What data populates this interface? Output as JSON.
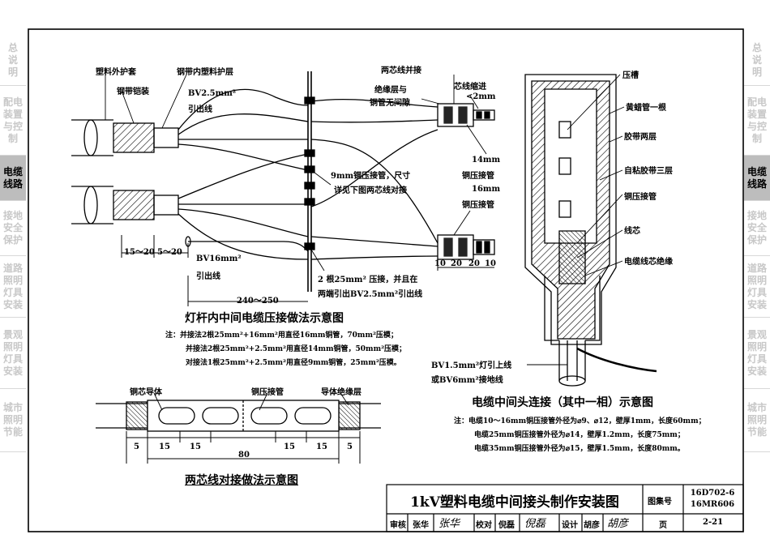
{
  "sidebar_left": [
    {
      "label": "总说明",
      "active": false
    },
    {
      "label": "配电装置与控制",
      "active": false
    },
    {
      "label": "电缆线路",
      "active": true
    },
    {
      "label": "接地安全保护",
      "active": false
    },
    {
      "label": "道路照明灯具安装",
      "active": false
    },
    {
      "label": "景观照明灯具安装",
      "active": false
    },
    {
      "label": "城市照明节能",
      "active": false
    }
  ],
  "sidebar_right": [
    {
      "label": "总说明",
      "active": false
    },
    {
      "label": "配电装置与控制",
      "active": false
    },
    {
      "label": "电缆线路",
      "active": true
    },
    {
      "label": "接地安全保护",
      "active": false
    },
    {
      "label": "道路照明灯具安装",
      "active": false
    },
    {
      "label": "景观照明灯具安装",
      "active": false
    },
    {
      "label": "城市照明节能",
      "active": false
    }
  ],
  "diagram1": {
    "title": "灯杆内中间电缆压接做法示意图",
    "labels": {
      "outer_sheath": "塑料外护套",
      "inner_sheath": "钢带内塑料护层",
      "armor": "钢带铠装",
      "bv25": "BV2.5mm² 引出线",
      "bv25_l1": "BV2.5mm²",
      "bv25_l2": "引出线",
      "bv16_l1": "BV16mm²",
      "bv16_l2": "引出线",
      "parallel": "两芯线并接",
      "no_gap_l1": "绝缘层与",
      "no_gap_l2": "铜管无间隙",
      "retract_l1": "芯线缩进",
      "retract_l2": "<2mm",
      "tube14_l1": "14mm",
      "tube14_l2": "铜压接管",
      "tube16_l1": "16mm",
      "tube16_l2": "铜压接管",
      "tube9_l1": "9mm铜压接管，尺寸",
      "tube9_l2": "详见下图两芯线对接",
      "crimp_l1": "2 根25mm² 压接，并且在",
      "crimp_l2": "两端引出BV2.5mm²引出线"
    },
    "dims": {
      "d1": "15～20",
      "d2": "5～20",
      "d3": "240～250",
      "d4": "10",
      "d5": "20",
      "d6": "20",
      "d7": "10"
    },
    "notes": [
      "注：并接法2根25mm²+16mm²用直径16mm铜管，70mm²压模；",
      "并接法2根25mm²+2.5mm²用直径14mm铜管，50mm²压模；",
      "对接法1根25mm²+2.5mm²用直径9mm铜管，25mm²压模。"
    ]
  },
  "diagram2": {
    "title": "两芯线对接做法示意图",
    "labels": {
      "copper_core": "铜芯导体",
      "crimp_tube": "铜压接管",
      "insulation": "导体绝缘层"
    },
    "dims": [
      "5",
      "15",
      "15",
      "15",
      "15",
      "5"
    ],
    "total": "80"
  },
  "diagram3": {
    "title": "电缆中间头连接（其中一相）示意图",
    "labels": {
      "groove": "压槽",
      "yellow_wax": "黄蜡管一根",
      "tape2": "胶带两层",
      "tape3": "自粘胶带三层",
      "crimp_tube": "铜压接管",
      "core": "线芯",
      "core_ins": "电缆线芯绝缘",
      "lead_l1": "BV1.5mm²灯引上线",
      "lead_l2": "或BV6mm²接地线"
    },
    "notes": [
      "注：电缆10～16mm铜压接管外径为⌀9、⌀12，壁厚1mm，长度60mm；",
      "电缆25mm铜压接管外径为⌀14，壁厚1.2mm，长度75mm；",
      "电缆35mm铜压接管外径为⌀15，壁厚1.5mm，长度80mm。"
    ]
  },
  "title_block": {
    "title": "1kV塑料电缆中间接头制作安装图",
    "atlas_label": "图集号",
    "atlas_code_1": "16D702-6",
    "atlas_code_2": "16MR606",
    "page_label": "页",
    "page": "2-21",
    "review_label": "审核",
    "reviewer": "张华",
    "check_label": "校对",
    "checker": "倪磊",
    "design_label": "设计",
    "designer": "胡彦"
  },
  "colors": {
    "line": "#000000",
    "sidebar_active": "#bdbdbd",
    "sidebar_text": "#c8c8c8"
  }
}
